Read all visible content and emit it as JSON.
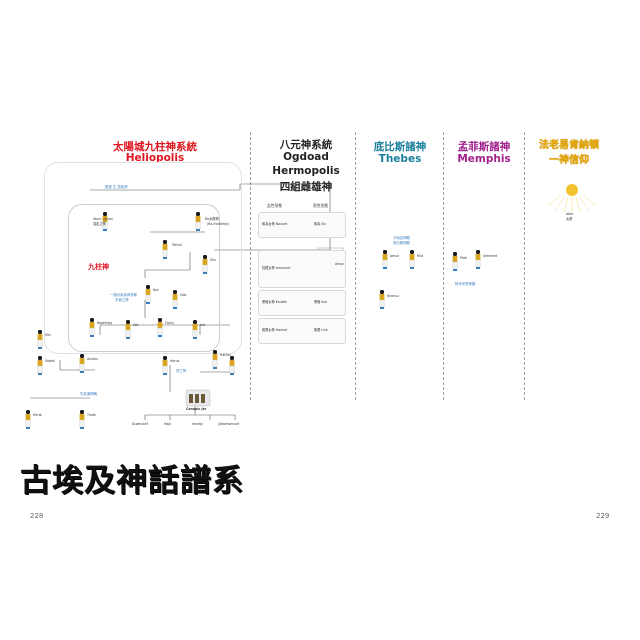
{
  "columns": {
    "heliopolis": {
      "title_zh": "太陽城九柱神系統",
      "title_en": "Heliopolis"
    },
    "hermopolis": {
      "title_zh": "八元神系統",
      "title_en1": "Ogdoad",
      "title_en2": "Hermopolis",
      "subtitle": "四組雌雄神"
    },
    "thebes": {
      "title_zh": "底比斯諸神",
      "title_en": "Thebes"
    },
    "memphis": {
      "title_zh": "孟菲斯諸神",
      "title_en": "Memphis"
    },
    "akhenaten": {
      "title_line1": "法老易肯納頓",
      "title_line2": "一神信仰"
    }
  },
  "heliopolis": {
    "top_label": "雙重 生 混亂神",
    "atum": "Atum（Aum）",
    "atum_desc": "混亂之神",
    "ra": "Ra太陽神",
    "ra_desc": "（Ra-Horakhty）",
    "ennead_label": "九柱神",
    "tefnut": "Tefnut",
    "shu": "Shu",
    "nut": "Nut",
    "geb": "Geb",
    "nephthys": "Nephthys",
    "set": "Set",
    "osiris": "Osiris",
    "isis": "Isis",
    "horus": "Horus",
    "hathor": "Hathor",
    "min": "Min",
    "sobek": "Sobek",
    "anubis": "Anubis",
    "maat": "Ma'at",
    "thoth": "Thoth",
    "canopic": "Canopic Jar",
    "sons": [
      "Duamutef",
      "Hapi",
      "Imsety",
      "Qebehsenuef"
    ],
    "blue_note1": "一個月後為荷魯斯",
    "blue_note2": "天使之神",
    "blue_note3": "先真道神職",
    "blue_note4": "死亡神"
  },
  "hermopolis": {
    "female_header": "女性形態",
    "male_header": "男性形態",
    "pairs": [
      {
        "female": "無為女神 Naunet",
        "male": "無為 Nu"
      },
      {
        "female": "隱藏女神 Amaunet",
        "male": "Amun"
      },
      {
        "female": "黑暗女神 Kauket",
        "male": "黑暗 Kuk"
      },
      {
        "female": "無限女神 Hauhet",
        "male": "無限 Huh"
      }
    ]
  },
  "thebes": {
    "label1": "卡納克神殿",
    "label2": "底比斯神殿",
    "amun": "Amun",
    "mut": "Mut",
    "khonsu": "Khonsu"
  },
  "memphis": {
    "ptah": "Ptah",
    "sekhmet": "Sekhmet",
    "footer": "阿布辛貝神殿"
  },
  "akhenaten": {
    "aten": "Aten",
    "desc": "太陽"
  },
  "page_title": "古埃及神話譜系",
  "page_left": "228",
  "page_right": "229",
  "colors": {
    "red": "#e0141e",
    "teal": "#1a7f9c",
    "purple": "#a0208c",
    "yellow": "#e6a800",
    "blue": "#3a7fc0"
  }
}
